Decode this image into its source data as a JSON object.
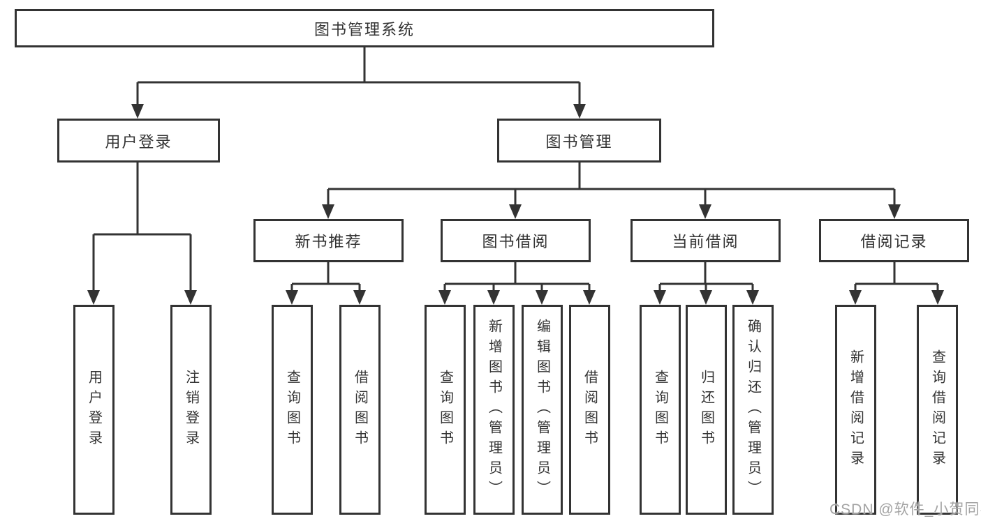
{
  "tree": {
    "root": {
      "label": "图书管理系统",
      "children": [
        {
          "label": "用户登录",
          "children": [
            {
              "label": "用户登录"
            },
            {
              "label": "注销登录"
            }
          ]
        },
        {
          "label": "图书管理",
          "children": [
            {
              "label": "新书推荐",
              "children": [
                {
                  "label": "查询图书"
                },
                {
                  "label": "借阅图书"
                }
              ]
            },
            {
              "label": "图书借阅",
              "children": [
                {
                  "label": "查询图书"
                },
                {
                  "label": "新增图书（管理员）"
                },
                {
                  "label": "编辑图书（管理员）"
                },
                {
                  "label": "借阅图书"
                }
              ]
            },
            {
              "label": "当前借阅",
              "children": [
                {
                  "label": "查询图书"
                },
                {
                  "label": "归还图书"
                },
                {
                  "label": "确认归还（管理员）"
                }
              ]
            },
            {
              "label": "借阅记录",
              "children": [
                {
                  "label": "新增借阅记录"
                },
                {
                  "label": "查询借阅记录"
                }
              ]
            }
          ]
        }
      ]
    }
  },
  "watermark": {
    "text": "CSDN @软件_小贺同学"
  },
  "colors": {
    "line_and_border": "#333333",
    "text": "#333333",
    "background": "#ffffff",
    "watermark_text": "#a3a3a3"
  }
}
